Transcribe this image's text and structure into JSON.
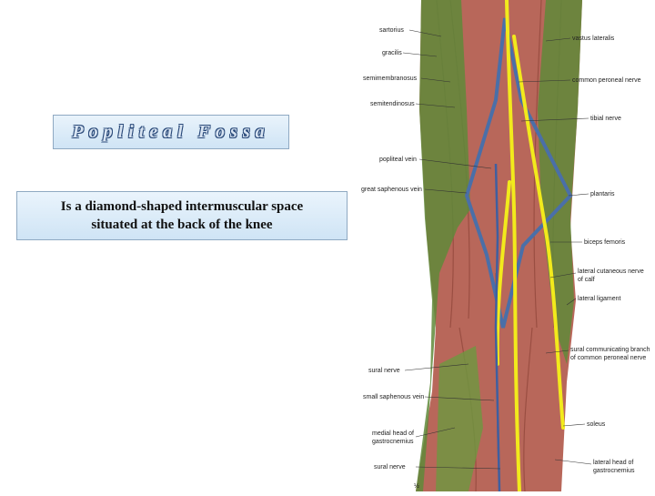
{
  "slide": {
    "title": "Popliteal Fossa",
    "description_line1": "Is a diamond-shaped intermuscular space",
    "description_line2": "situated at the back of the knee"
  },
  "figure": {
    "labels_left": {
      "sartorius": "sartorius",
      "gracilis": "gracilis",
      "semimembranosus": "semimembranosus",
      "semitendinosus": "semitendinosus",
      "popliteal_vein": "popliteal vein",
      "great_saphenous_vein": "great saphenous vein",
      "sural_nerve_upper": "sural nerve",
      "small_saphenous_vein": "small saphenous vein",
      "medial_head_1": "medial head of",
      "medial_head_2": "gastrocnemius",
      "sural_nerve_lower": "sural nerve"
    },
    "labels_right": {
      "vastus_lateralis": "vastus lateralis",
      "common_peroneal_nerve": "common peroneal nerve",
      "tibial_nerve": "tibial nerve",
      "plantaris": "plantaris",
      "biceps_femoris": "biceps femoris",
      "lateral_cutaneous_1": "lateral cutaneous nerve",
      "lateral_cutaneous_2": "of calf",
      "lateral_ligament": "lateral ligament",
      "sural_communicating_1": "sural communicating branch",
      "sural_communicating_2": "of common peroneal nerve",
      "soleus": "soleus",
      "lateral_head_1": "lateral head of",
      "lateral_head_2": "gastrocnemius"
    },
    "page_number": "½",
    "colors": {
      "muscle": "#b8675a",
      "muscle_dark": "#8e4438",
      "green_overlay": "#5f8a3a",
      "nerve": "#f2ea1c",
      "outline": "#4a6fa8"
    }
  }
}
